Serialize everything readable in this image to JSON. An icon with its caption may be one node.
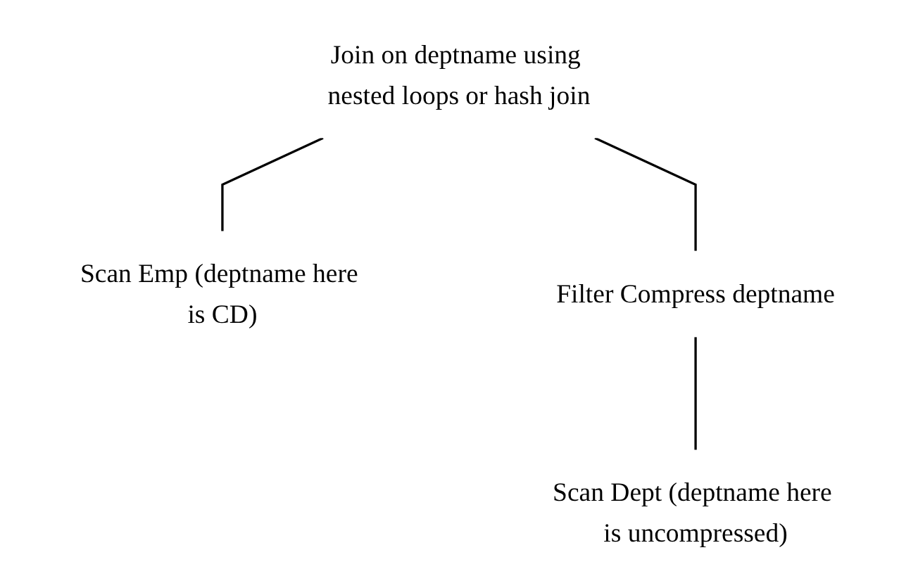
{
  "diagram": {
    "nodes": [
      {
        "text": [
          "Join on deptname using nested loops or hash join"
        ]
      },
      {
        "text": [
          "Scan Emp (deptname here is CD)"
        ]
      },
      {
        "text": [
          "Filter Compress deptname"
        ]
      },
      {
        "text": [
          "Scan Dept (deptname here is uncompressed)"
        ]
      }
    ],
    "edges": [
      {
        "from": 0,
        "to": 1,
        "arrow": "none"
      },
      {
        "from": 0,
        "to": 2,
        "arrow": "none"
      },
      {
        "from": 2,
        "to": 3,
        "arrow": "none"
      }
    ]
  }
}
